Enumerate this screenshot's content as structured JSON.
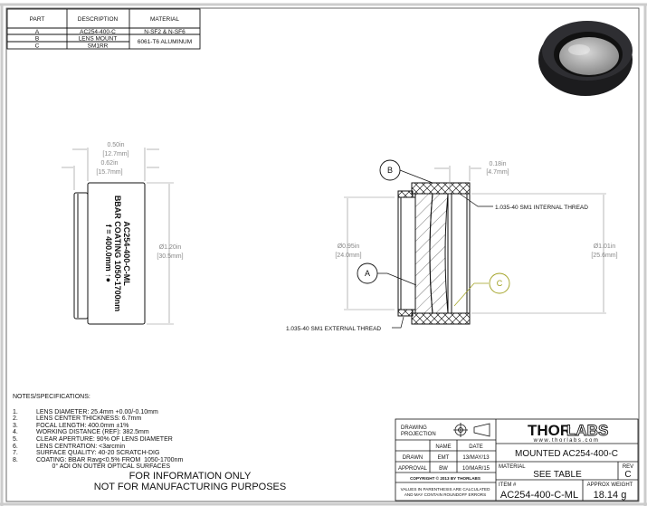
{
  "parts_table": {
    "headers": [
      "PART",
      "DESCRIPTION",
      "MATERIAL"
    ],
    "rows": [
      {
        "part": "A",
        "description": "AC254-400-C",
        "material": "N-SF2 & N-SF6"
      },
      {
        "part": "B",
        "description": "LENS MOUNT",
        "material": "6061-T6 ALUMINUM"
      },
      {
        "part": "C",
        "description": "SM1RR",
        "material": "6061-T6 ALUMINUM"
      }
    ]
  },
  "side_view": {
    "engraving": [
      "AC254-400-C-ML",
      "BBAR COATING 1050-1700nm",
      "f = 400.0mm ↑●"
    ],
    "dim_width_in": "0.50in",
    "dim_width_mm": "[12.7mm]",
    "dim_length_in": "0.62in",
    "dim_length_mm": "[15.7mm]",
    "dim_dia_in": "Ø1.20in",
    "dim_dia_mm": "[30.5mm]"
  },
  "section_view": {
    "balloon_a": "A",
    "balloon_b": "B",
    "balloon_c": "C",
    "dim_offset_in": "0.18in",
    "dim_offset_mm": "[4.7mm]",
    "dim_inner_in": "Ø0.95in",
    "dim_inner_mm": "[24.0mm]",
    "dim_outer_in": "Ø1.01in",
    "dim_outer_mm": "[25.6mm]",
    "internal_thread": "1.035-40 SM1 INTERNAL THREAD",
    "external_thread": "1.035-40 SM1 EXTERNAL THREAD"
  },
  "notes": {
    "title": "NOTES/SPECIFICATIONS:",
    "items": [
      {
        "n": "1.",
        "text": "LENS DIAMETER: 25.4mm +0.00/-0.10mm"
      },
      {
        "n": "2.",
        "text": "LENS CENTER THICKNESS: 6.7mm"
      },
      {
        "n": "3.",
        "text": "FOCAL LENGTH: 400.0mm ±1%"
      },
      {
        "n": "4.",
        "text": "WORKING DISTANCE (REF): 382.5mm"
      },
      {
        "n": "5.",
        "text": "CLEAR APERTURE: 90% OF LENS DIAMETER"
      },
      {
        "n": "6.",
        "text": "LENS CENTRATION: <3arcmin"
      },
      {
        "n": "7.",
        "text": "SURFACE QUALITY: 40-20 SCRATCH-DIG"
      },
      {
        "n": "8.",
        "text": "COATING: BBAR Ravg<0.5% FROM  1050-1700nm"
      },
      {
        "n": "",
        "text": "         0° AOI ON OUTER OPTICAL SURFACES"
      }
    ],
    "disclaimer_1": "FOR INFORMATION ONLY",
    "disclaimer_2": "NOT FOR MANUFACTURING PURPOSES"
  },
  "title_block": {
    "drawing_projection": [
      "DRAWING",
      "PROJECTION"
    ],
    "name_header": "NAME",
    "date_header": "DATE",
    "drawn_label": "DRAWN",
    "drawn_name": "EMT",
    "drawn_date": "13/MAY/13",
    "approval_label": "APPROVAL",
    "approval_name": "BW",
    "approval_date": "10/MAR/15",
    "copyright": "COPYRIGHT © 2013 BY THORLABS",
    "values_note": [
      "VALUES IN PARENTHESIS ARE CALCULATED",
      "AND MAY CONTAIN ROUNDOFF ERRORS"
    ],
    "logo_bold": "THOR",
    "logo_light": "LABS",
    "website": "www.thorlabs.com",
    "title": "MOUNTED AC254-400-C",
    "material_label": "MATERIAL",
    "material_value": "SEE TABLE",
    "rev_label": "REV",
    "rev_value": "C",
    "item_label": "ITEM #",
    "item_value": "AC254-400-C-ML",
    "weight_label": "APPROX WEIGHT",
    "weight_value": "18.14 g"
  },
  "colors": {
    "balloon_c": "#a0a020",
    "dim": "#888888",
    "line": "#111111"
  }
}
